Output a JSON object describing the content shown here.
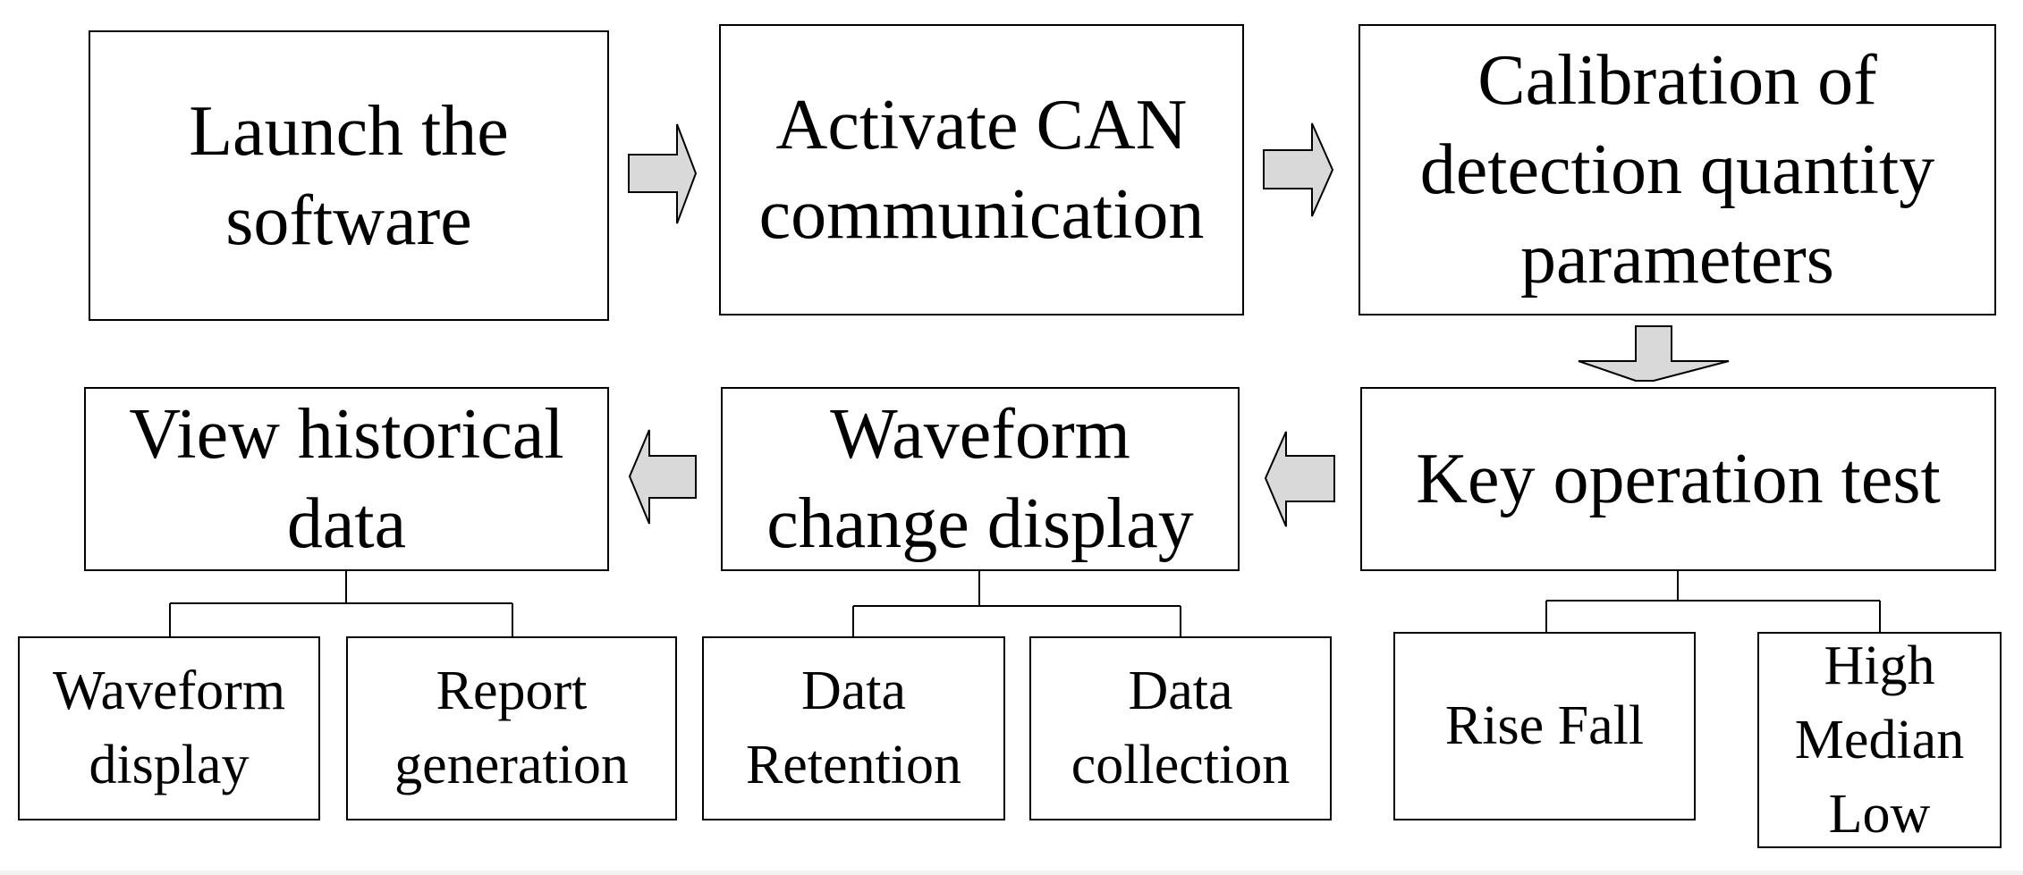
{
  "steps": {
    "launch": "Launch the\nsoftware",
    "activate_can": "Activate CAN\ncommunication",
    "calibration": "Calibration of\ndetection quantity\nparameters",
    "key_test": "Key operation test",
    "waveform_change": "Waveform\nchange display",
    "view_history": "View historical\ndata"
  },
  "substeps": {
    "waveform_display": "Waveform\ndisplay",
    "report_generation": "Report\ngeneration",
    "data_retention": "Data\nRetention",
    "data_collection": "Data\ncollection",
    "rise_fall": "Rise Fall",
    "high_median_low": "High\nMedian\nLow"
  },
  "colors": {
    "box_border": "#000000",
    "arrow_fill": "#d9d9d9",
    "line": "#000000"
  },
  "icons": [
    "arrow-right-icon",
    "arrow-down-icon",
    "arrow-left-icon"
  ]
}
